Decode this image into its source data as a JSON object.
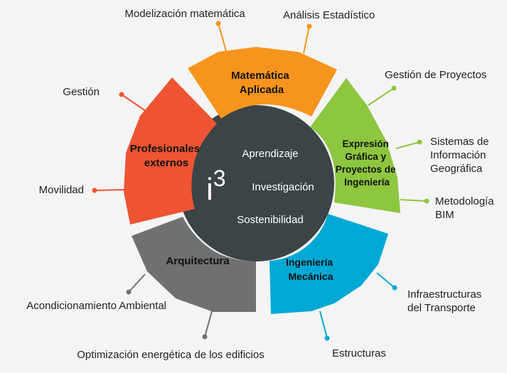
{
  "center": {
    "logo_base": "i",
    "logo_exp": "3",
    "words": [
      "Aprendizaje",
      "Investigación",
      "Sostenibilidad"
    ]
  },
  "segments": [
    {
      "id": "matematica",
      "label": [
        "Matemática",
        "Aplicada"
      ],
      "color": "#f7941d",
      "line_color": "#f7941d"
    },
    {
      "id": "expresion",
      "label": [
        "Expresión",
        "Gráfica y",
        "Proyectos de",
        "Ingeniería"
      ],
      "color": "#8dc63f",
      "line_color": "#8dc63f"
    },
    {
      "id": "mecanica",
      "label": [
        "Ingeniería",
        "Mecánica"
      ],
      "color": "#00a9d4",
      "line_color": "#00a9d4"
    },
    {
      "id": "arquitectura",
      "label": [
        "Arquitectura"
      ],
      "color": "#6f7170",
      "line_color": "#6f7170"
    },
    {
      "id": "profesionales",
      "label": [
        "Profesionales",
        "externos"
      ],
      "color": "#ee5433",
      "line_color": "#ee5433"
    }
  ],
  "external_labels": {
    "modelizacion": "Modelización matemática",
    "analisis": "Análisis Estadístico",
    "gestion_proyectos": "Gestión de Proyectos",
    "sig": "Sistemas de\nInformación\nGeográfica",
    "bim": "Metodología\nBIM",
    "infraestructuras": "Infraestructuras\ndel Transporte",
    "estructuras": "Estructuras",
    "optimizacion": "Optimización energética de los edificios",
    "acondicionamiento": "Acondicionamiento Ambiental",
    "movilidad": "Movilidad",
    "gestion": "Gestión"
  },
  "colors": {
    "background": "#f4f4f4",
    "ring": "#3b4446",
    "hub": "#3b4446",
    "hub_text": "#ffffff",
    "segment_text": "#111111"
  }
}
